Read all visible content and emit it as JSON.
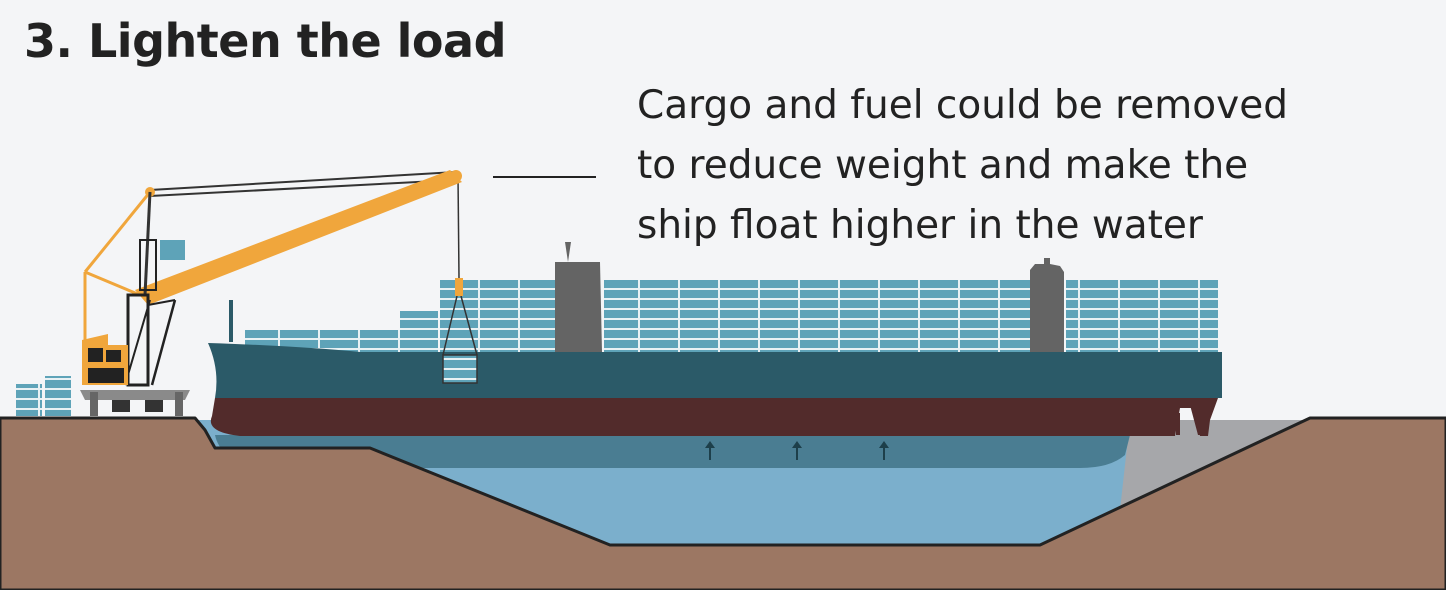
{
  "title": "3. Lighten the load",
  "caption": {
    "lines": [
      "Cargo and fuel could be removed",
      "to reduce weight and make the",
      "ship float higher in the water"
    ]
  },
  "colors": {
    "background": "#f4f5f7",
    "ground": "#9c7763",
    "water": "#7bafcc",
    "hull_upper": "#2b5a68",
    "hull_lower": "#522b2b",
    "containers": "#5ea3b8",
    "crane": "#f0a63c",
    "superstructure": "#646464"
  }
}
